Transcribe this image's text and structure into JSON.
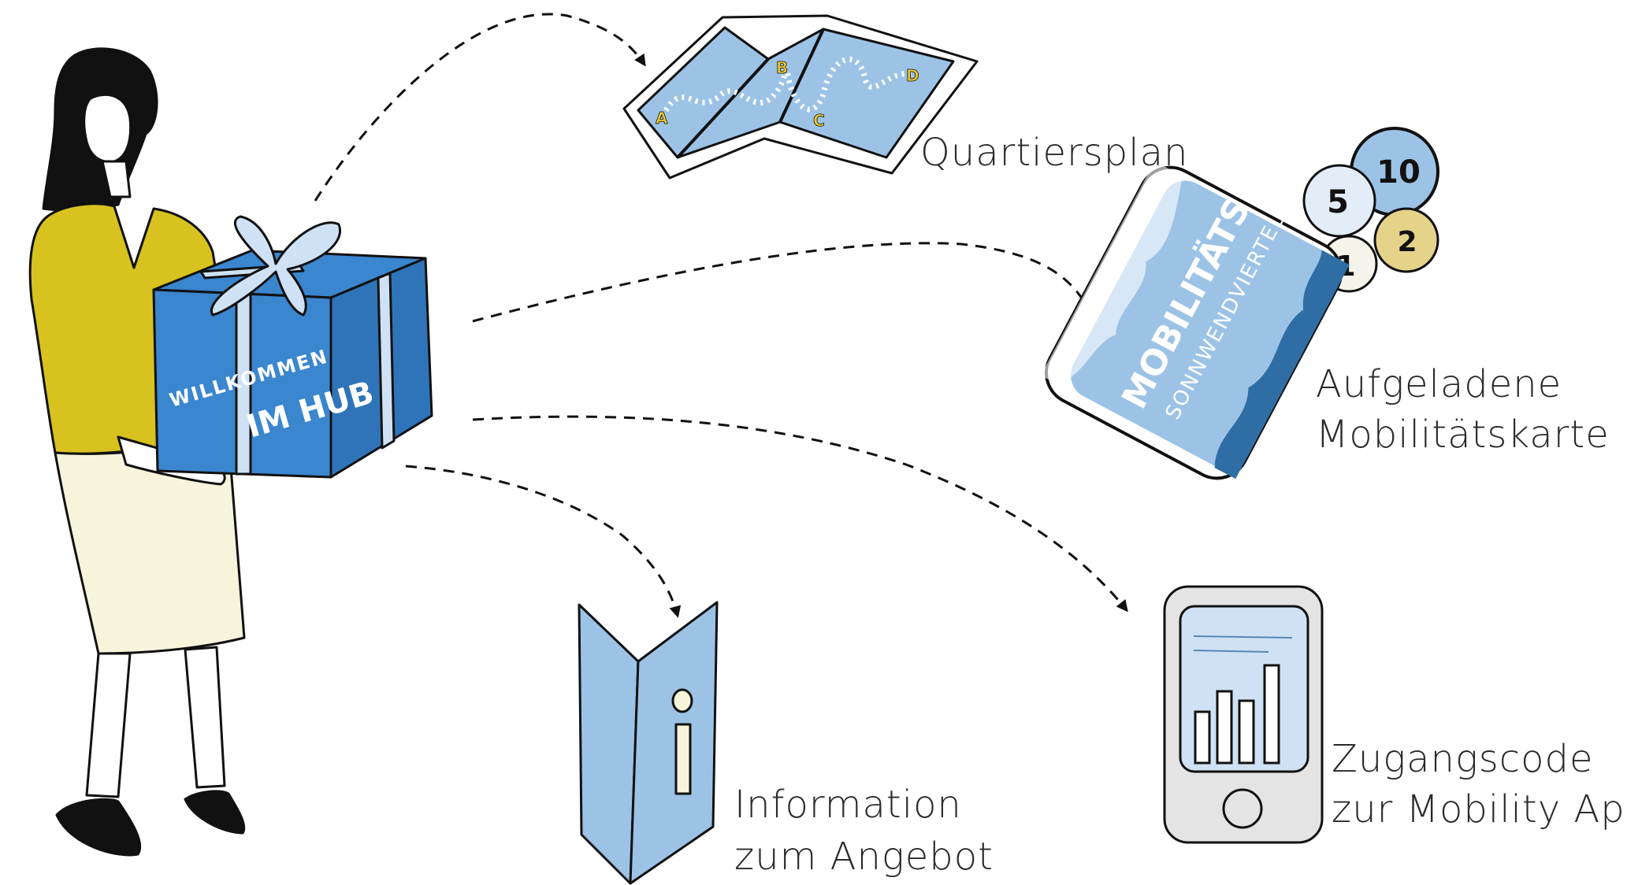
{
  "gift": {
    "line1": "WILLKOMMEN",
    "line2": "IM HUB"
  },
  "map": {
    "label": "Quartiersplan",
    "points": [
      "A",
      "B",
      "C",
      "D"
    ]
  },
  "card": {
    "label_line1": "Aufgeladene",
    "label_line2": "Mobilitätskarte",
    "title": "MOBILITÄTSKARTE",
    "subtitle": "SONNWENDVIERTEL OST",
    "coins": [
      "10",
      "5",
      "2",
      "1"
    ]
  },
  "info": {
    "label_line1": "Information",
    "label_line2": "zum Angebot"
  },
  "app": {
    "label_line1": "Zugangscode",
    "label_line2": "zur Mobility App"
  },
  "colors": {
    "box_blue": "#3a86cf",
    "light_blue": "#9cc3e6",
    "mustard": "#d8c21f",
    "cream": "#f7f4dc",
    "coin_yellow": "#e6d38a"
  }
}
